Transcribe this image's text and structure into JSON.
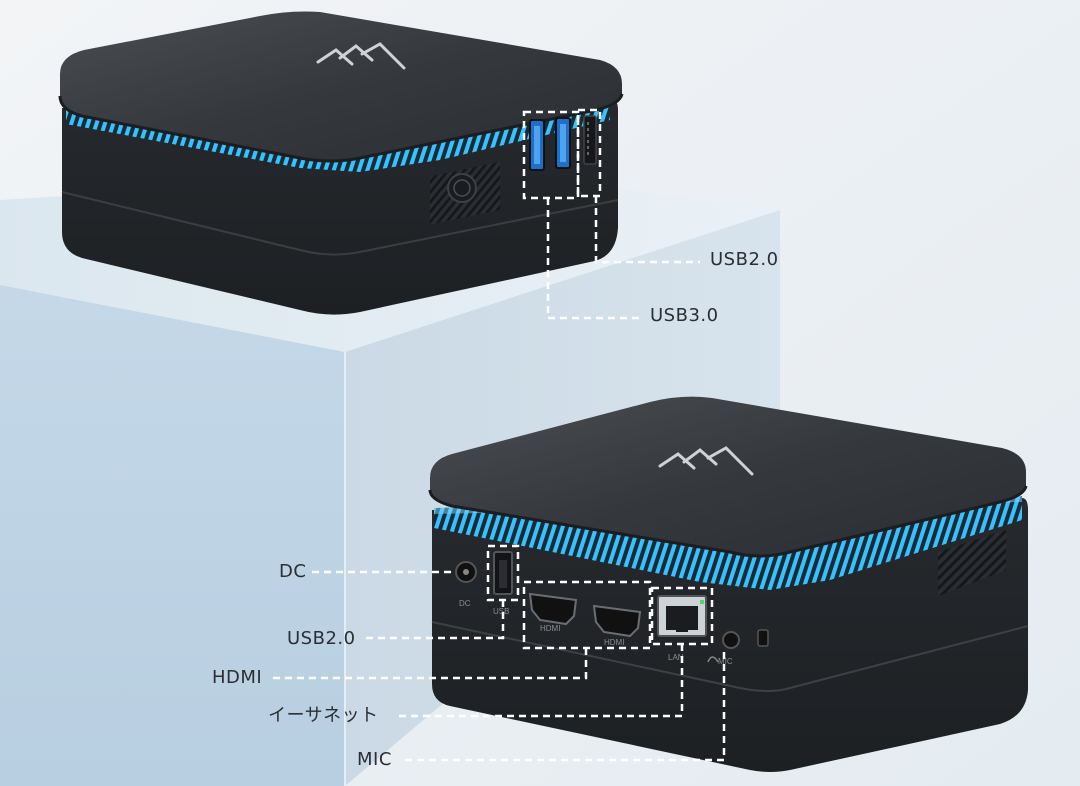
{
  "callouts": {
    "usb20_top": "USB2.0",
    "usb30_top": "USB3.0",
    "dc": "DC",
    "usb20_bottom": "USB2.0",
    "hdmi": "HDMI",
    "ethernet": "イーサネット",
    "mic": "MIC"
  },
  "port_prints": {
    "dc": "DC",
    "usb": "USB",
    "hdmi1": "HDMI",
    "hdmi2": "HDMI",
    "lan": "LAN",
    "mic": "MIC"
  },
  "colors": {
    "led_glow": "#27b6f2",
    "chassis": "#2f3236",
    "port_blue": "#2a7fd6",
    "pedestal": "#c9dbe8",
    "callout_line": "#ffffff"
  },
  "icons": {
    "logo": "brand-logo-icon",
    "power": "power-button-icon",
    "headphone": "headphone-icon",
    "lock": "kensington-lock-icon"
  }
}
